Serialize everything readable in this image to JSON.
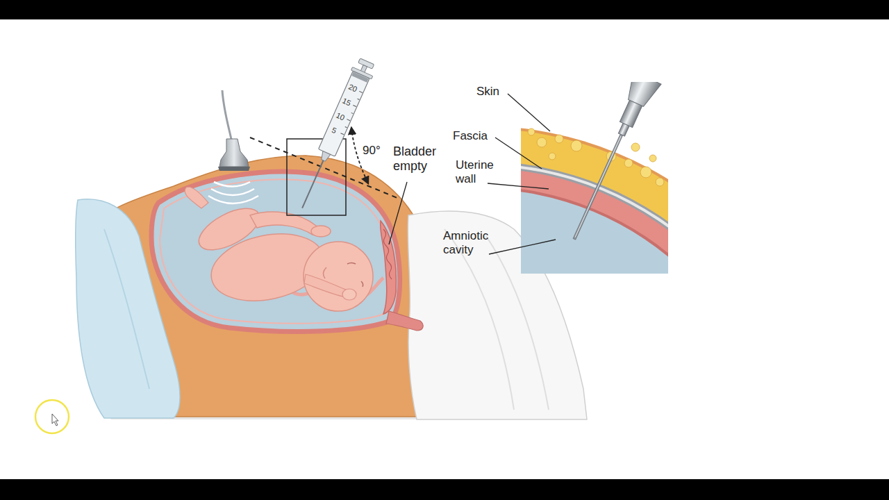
{
  "diagram": {
    "labels": [
      "20",
      "15",
      "10",
      "5",
      "90°",
      "Bladder empty",
      "Skin",
      "Fascia",
      "Uterine wall",
      "Amniotic cavity"
    ]
  }
}
